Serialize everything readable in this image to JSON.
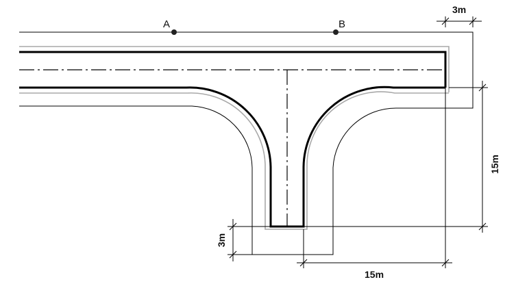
{
  "points": {
    "a": "A",
    "b": "B"
  },
  "dimensions": {
    "top_width": "3m",
    "right_height": "15m",
    "left_height": "3m",
    "bottom_width": "15m"
  },
  "colors": {
    "road_edge": "#000000",
    "outer_line": "#000000",
    "gray_line": "#a8a8a8",
    "point": "#222222"
  }
}
